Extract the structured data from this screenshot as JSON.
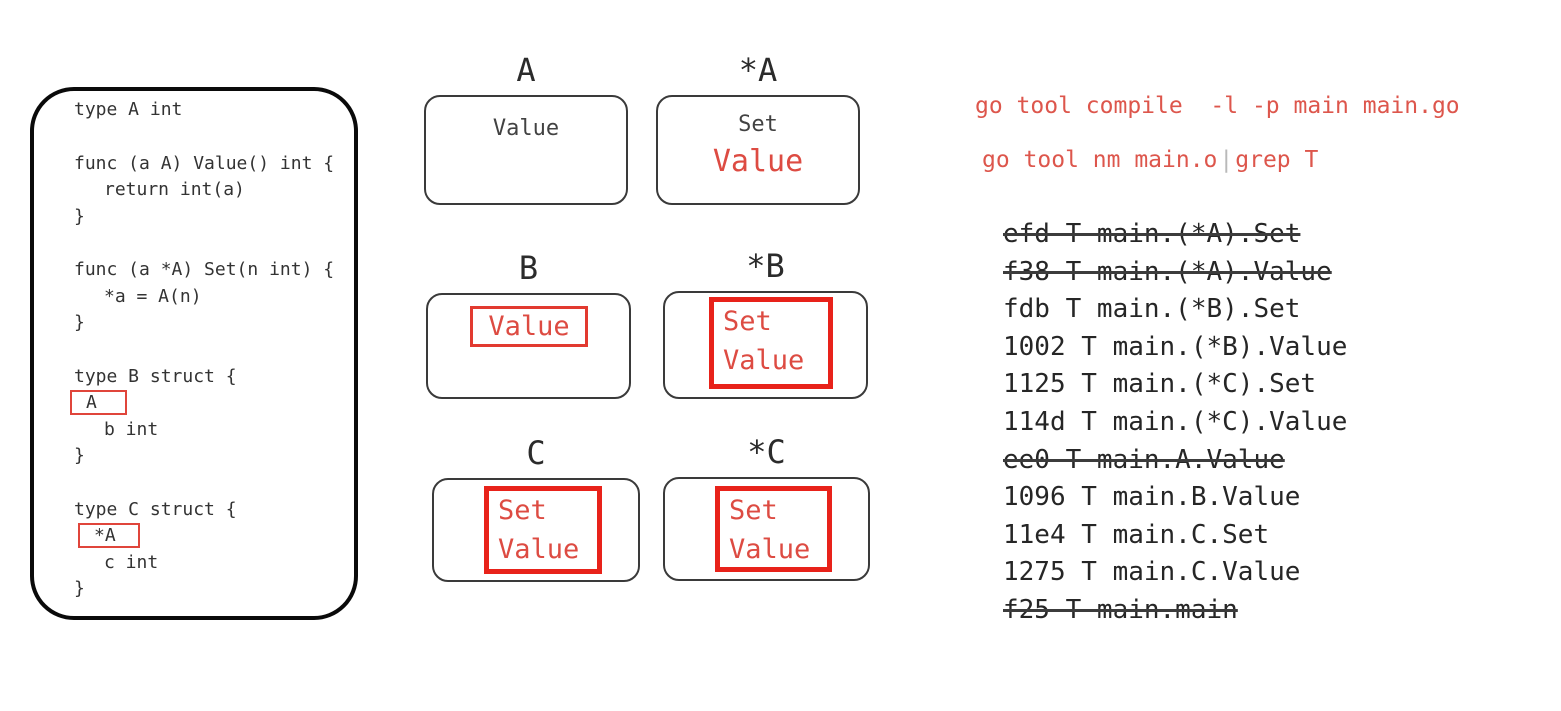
{
  "colors": {
    "red_text": "#dd564c",
    "thin_highlight_border": "#e23a30",
    "thick_highlight_border": "#e8221a",
    "dark_text": "#2b2b2b",
    "panel_border": "#0a0a0a"
  },
  "code_panel": {
    "lines": {
      "l01": "type A int",
      "l02": "func (a A) Value() int {",
      "l03": "return int(a)",
      "l04": "}",
      "l05": "func (a *A) Set(n int) {",
      "l06": "*a = A(n)",
      "l07": "}",
      "l08": "type B struct {",
      "l09": "A",
      "l10": "b int",
      "l11": "}",
      "l12": "type C struct {",
      "l13": "*A",
      "l14": "c int",
      "l15": "}"
    }
  },
  "method_sets": [
    {
      "label": "A",
      "entries": [
        {
          "text": "Value"
        }
      ]
    },
    {
      "label": "*A",
      "entries": [
        {
          "text": "Set"
        },
        {
          "text": "Value"
        }
      ]
    },
    {
      "label": "B",
      "entries": [
        {
          "text": "Value"
        }
      ],
      "highlight": "thin"
    },
    {
      "label": "*B",
      "entries": [
        {
          "text": "Set"
        },
        {
          "text": "Value"
        }
      ],
      "highlight": "thick"
    },
    {
      "label": "C",
      "entries": [
        {
          "text": "Set"
        },
        {
          "text": "Value"
        }
      ],
      "highlight": "thick"
    },
    {
      "label": "*C",
      "entries": [
        {
          "text": "Set"
        },
        {
          "text": "Value"
        }
      ],
      "highlight": "thick"
    }
  ],
  "terminal": {
    "command1": "go tool compile  -l -p main main.go",
    "command2_part1": "go tool nm main.o",
    "command2_pipe": "|",
    "command2_part2": "grep T",
    "nm_lines": [
      {
        "text": "efd T main.(*A).Set",
        "struck": true
      },
      {
        "text": "f38 T main.(*A).Value",
        "struck": true
      },
      {
        "text": "fdb T main.(*B).Set",
        "struck": false
      },
      {
        "text": "1002 T main.(*B).Value",
        "struck": false
      },
      {
        "text": "1125 T main.(*C).Set",
        "struck": false
      },
      {
        "text": "114d T main.(*C).Value",
        "struck": false
      },
      {
        "text": "ee0 T main.A.Value",
        "struck": true
      },
      {
        "text": "1096 T main.B.Value",
        "struck": false
      },
      {
        "text": "11e4 T main.C.Set",
        "struck": false
      },
      {
        "text": "1275 T main.C.Value",
        "struck": false
      },
      {
        "text": "f25 T main.main",
        "struck": true
      }
    ]
  }
}
